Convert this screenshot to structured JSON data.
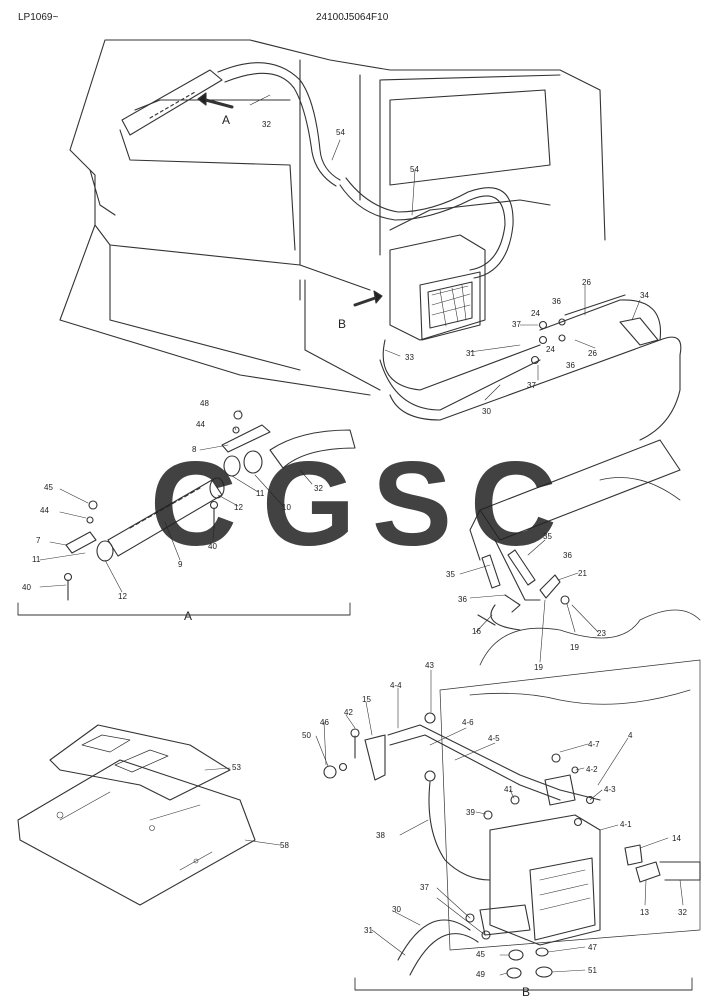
{
  "header": {
    "left_code": "LP1069~",
    "center_code": "24100J5064F10"
  },
  "watermark": {
    "letters": [
      "C",
      "G",
      "S",
      "C"
    ],
    "colors": [
      "#5b8ff9",
      "#f08878",
      "#f6d36b",
      "#4fb784"
    ]
  },
  "sections": {
    "a_label": "A",
    "b_label": "B"
  },
  "main_labels": {
    "arrow_a": "A",
    "arrow_b": "B",
    "p32": "32",
    "p54a": "54",
    "p54b": "54",
    "p33": "33",
    "p31": "31",
    "p30": "30",
    "p37a": "37",
    "p24a": "24",
    "p36a": "36",
    "p26a": "26",
    "p34": "34",
    "p36b": "36",
    "p24b": "24",
    "p26b": "26",
    "p37b": "37"
  },
  "a_labels": {
    "p48": "48",
    "p44": "44",
    "p8": "8",
    "p32": "32",
    "p45": "45",
    "p44b": "44",
    "p7": "7",
    "p11": "11",
    "p12": "12",
    "p10": "10",
    "p11b": "11",
    "p40": "40",
    "p9": "9",
    "p12b": "12",
    "p40b": "40"
  },
  "right_labels": {
    "p35a": "35",
    "p35b": "35",
    "p36a": "36",
    "p36b": "36",
    "p21": "21",
    "p16": "16",
    "p19a": "19",
    "p19b": "19",
    "p23": "23"
  },
  "b_labels": {
    "p43": "43",
    "p44": "4-4",
    "p15": "15",
    "p42": "42",
    "p46": "46",
    "p50": "50",
    "p46b": "4-6",
    "p45b": "4-5",
    "p4": "4",
    "p47": "4-7",
    "p42b": "4-2",
    "p43b": "4-3",
    "p41": "41",
    "p39": "39",
    "p41b": "4-1",
    "p38": "38",
    "p14": "14",
    "p13": "13",
    "p32": "32",
    "p37": "37",
    "p30": "30",
    "p31": "31",
    "p45": "45",
    "p47b": "47",
    "p49": "49",
    "p51": "51"
  },
  "plate_labels": {
    "p53": "53",
    "p58": "58"
  }
}
